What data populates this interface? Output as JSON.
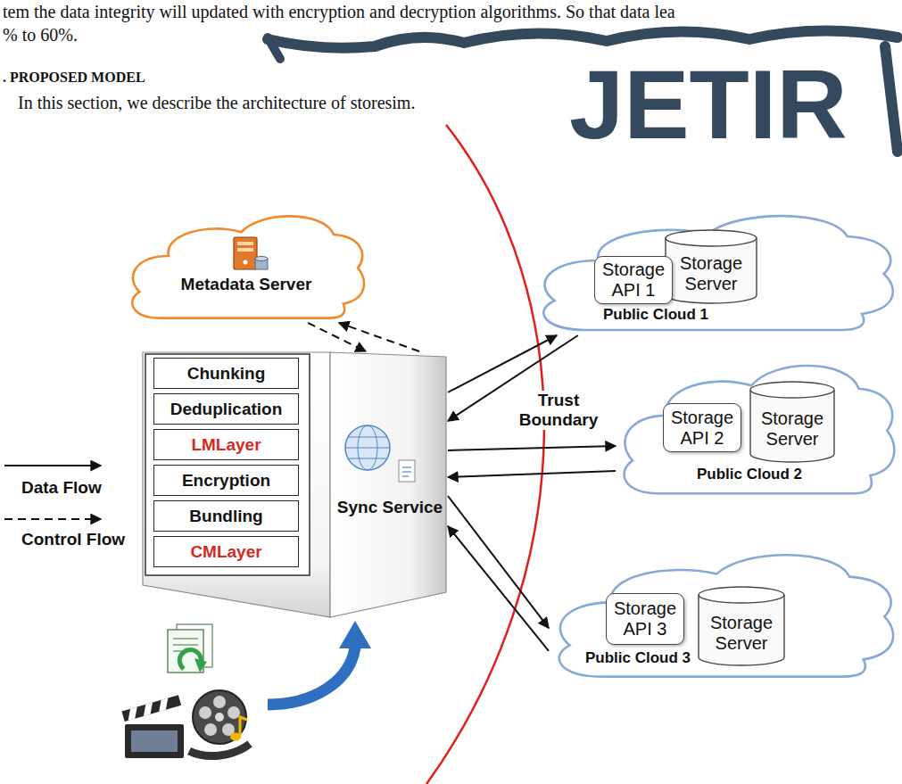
{
  "diagram": {
    "nodes": [
      {
        "text": [
          "Metadata Server"
        ]
      },
      {
        "text": [
          "Sync Service"
        ]
      },
      {
        "text": [
          "Chunking"
        ],
        "in": 1
      },
      {
        "text": [
          "Deduplication"
        ],
        "in": 1
      },
      {
        "text": [
          "LMLayer"
        ],
        "in": 1
      },
      {
        "text": [
          "Encryption"
        ],
        "in": 1
      },
      {
        "text": [
          "Bundling"
        ],
        "in": 1
      },
      {
        "text": [
          "CMLayer"
        ],
        "in": 1
      },
      {
        "text": [
          "Public Cloud 1"
        ]
      },
      {
        "text": [
          "Storage API 1"
        ],
        "in": 8
      },
      {
        "text": [
          "Storage Server"
        ],
        "in": 8
      },
      {
        "text": [
          "Public Cloud 2"
        ]
      },
      {
        "text": [
          "Storage API 2"
        ],
        "in": 11
      },
      {
        "text": [
          "Storage Server"
        ],
        "in": 11
      },
      {
        "text": [
          "Public Cloud 3"
        ]
      },
      {
        "text": [
          "Storage API 3"
        ],
        "in": 14
      },
      {
        "text": [
          "Storage Server"
        ],
        "in": 14
      }
    ],
    "edges": [
      {
        "from": 0,
        "to": 1,
        "arrow": "to"
      },
      {
        "from": 1,
        "to": 0,
        "arrow": "to"
      },
      {
        "from": 1,
        "to": 8,
        "arrow": "to"
      },
      {
        "from": 8,
        "to": 1,
        "arrow": "to"
      },
      {
        "from": 1,
        "to": 11,
        "arrow": "to"
      },
      {
        "from": 11,
        "to": 1,
        "arrow": "to"
      },
      {
        "from": 1,
        "to": 14,
        "arrow": "to"
      },
      {
        "from": 14,
        "to": 1,
        "arrow": "to"
      }
    ],
    "labels": [
      "tem the data integrity will updated with encryption and decryption algorithms. So that data lea",
      "% to 60%.",
      ". PROPOSED MODEL",
      "In this section, we describe the architecture of storesim.",
      "JETIR",
      "Trust Boundary"
    ],
    "legend": [
      {
        "text": "Data Flow"
      },
      {
        "text": "Control Flow"
      }
    ]
  }
}
